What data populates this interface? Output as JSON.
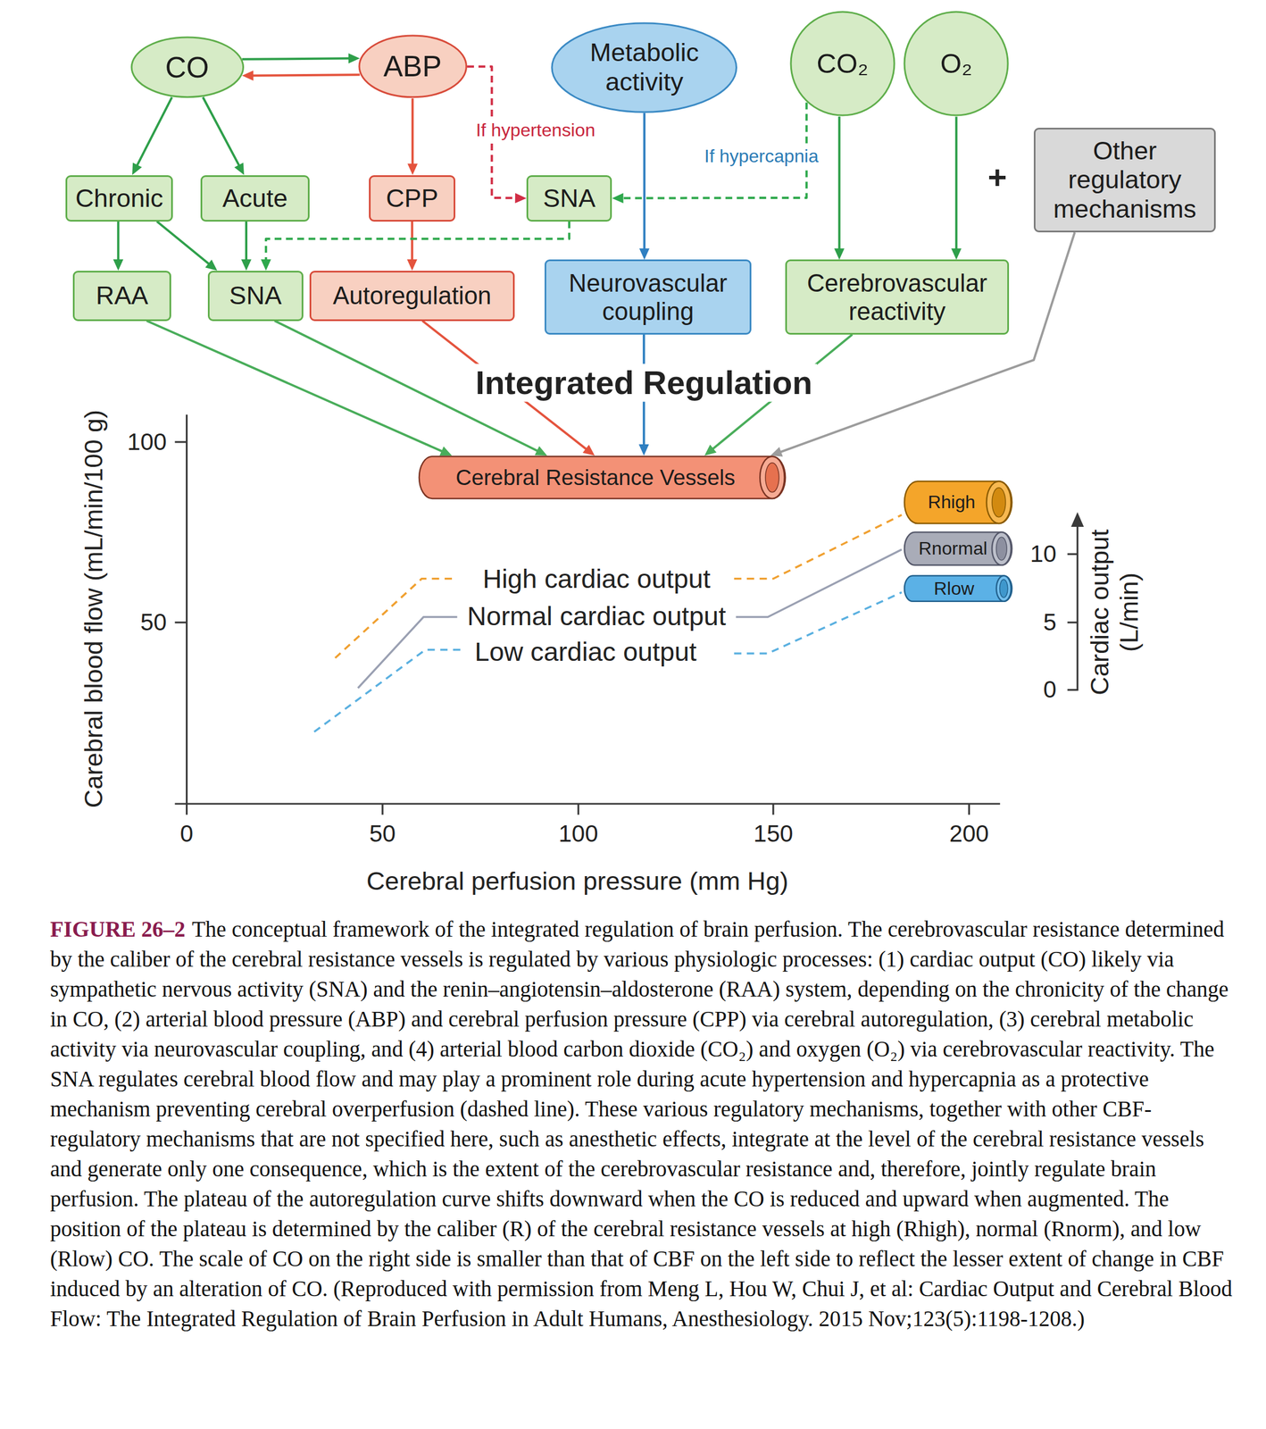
{
  "diagram": {
    "title": "FIGURE 26–2",
    "caption": "The conceptual framework of the integrated regulation of brain perfusion. The cerebrovascular resistance determined by the caliber of the cerebral resistance vessels is regulated by various physiologic processes: (1) cardiac output (CO) likely via sympathetic nervous activity (SNA) and the renin–angiotensin–aldosterone (RAA) system, depending on the chronicity of the change in CO, (2) arterial blood pressure (ABP) and cerebral perfusion pressure (CPP) via cerebral autoregulation, (3) cerebral metabolic activity via neurovascular coupling, and (4) arterial blood carbon dioxide (CO₂) and oxygen (O₂) via cerebrovascular reactivity. The SNA regulates cerebral blood flow and may play a prominent role during acute hypertension and hypercapnia as a protective mechanism preventing cerebral overperfusion (dashed line). These various regulatory mechanisms, together with other CBF-regulatory mechanisms that are not specified here, such as anesthetic effects, integrate at the level of the cerebral resistance vessels and generate only one consequence, which is the extent of the cerebrovascular resistance and, therefore, jointly regulate brain perfusion. The plateau of the autoregulation curve shifts downward when the CO is reduced and upward when augmented. The position of the plateau is determined by the caliber (R) of the cerebral resistance vessels at high (Rhigh), normal (Rnorm), and low (Rlow) CO. The scale of CO on the right side is smaller than that of CBF on the left side to reflect the lesser extent of change in CBF induced by an alteration of CO. (Reproduced with permission from Meng L, Hou W, Chui J, et al: Cardiac Output and Cerebral Blood Flow: The Integrated Regulation of Brain Perfusion in Adult Humans, Anesthesiology. 2015 Nov;123(5):1198-1208.)",
    "nodes": [
      {
        "text": [
          "CO"
        ]
      },
      {
        "text": [
          "ABP"
        ]
      },
      {
        "text": [
          "Metabolic activity"
        ]
      },
      {
        "text": [
          "CO₂"
        ]
      },
      {
        "text": [
          "O₂"
        ]
      },
      {
        "text": [
          "Other regulatory mechanisms"
        ]
      },
      {
        "text": [
          "Chronic"
        ]
      },
      {
        "text": [
          "Acute"
        ]
      },
      {
        "text": [
          "CPP"
        ]
      },
      {
        "text": [
          "SNA"
        ]
      },
      {
        "text": [
          "RAA"
        ]
      },
      {
        "text": [
          "SNA"
        ]
      },
      {
        "text": [
          "Autoregulation"
        ]
      },
      {
        "text": [
          "Neurovascular coupling"
        ]
      },
      {
        "text": [
          "Cerebrovascular reactivity"
        ]
      },
      {
        "text": [
          "Cerebral Resistance Vessels"
        ]
      },
      {
        "text": [
          "Rhigh"
        ]
      },
      {
        "text": [
          "Rnormal"
        ]
      },
      {
        "text": [
          "Rlow"
        ]
      }
    ],
    "edges": [
      {
        "from": 0,
        "to": 1,
        "arrow": "to"
      },
      {
        "from": 1,
        "to": 0,
        "arrow": "to"
      },
      {
        "from": 0,
        "to": 6,
        "arrow": "to"
      },
      {
        "from": 0,
        "to": 7,
        "arrow": "to"
      },
      {
        "from": 1,
        "to": 8,
        "arrow": "to"
      },
      {
        "from": 1,
        "to": 9,
        "label": "If hypertension",
        "arrow": "to"
      },
      {
        "from": 2,
        "to": 13,
        "arrow": "to"
      },
      {
        "from": 3,
        "to": 9,
        "label": "If hypercapnia",
        "arrow": "to"
      },
      {
        "from": 3,
        "to": 14,
        "arrow": "to"
      },
      {
        "from": 4,
        "to": 14,
        "arrow": "to"
      },
      {
        "from": 6,
        "to": 10,
        "arrow": "to"
      },
      {
        "from": 6,
        "to": 11,
        "arrow": "to"
      },
      {
        "from": 7,
        "to": 11,
        "arrow": "to"
      },
      {
        "from": 8,
        "to": 12,
        "arrow": "to"
      },
      {
        "from": 9,
        "to": 11,
        "arrow": "to"
      },
      {
        "from": 10,
        "to": 15,
        "arrow": "to"
      },
      {
        "from": 11,
        "to": 15,
        "arrow": "to"
      },
      {
        "from": 12,
        "to": 15,
        "arrow": "to"
      },
      {
        "from": 13,
        "to": 15,
        "arrow": "to"
      },
      {
        "from": 14,
        "to": 15,
        "arrow": "to"
      },
      {
        "from": 5,
        "to": 15,
        "arrow": "to"
      }
    ],
    "labels": [
      "+",
      "Integrated Regulation",
      "High cardiac output",
      "Normal cardiac output",
      "Low cardiac output",
      "100",
      "50",
      "Carebral blood flow (mL/min/100 g)",
      "0",
      "50",
      "100",
      "150",
      "200",
      "Cerebral perfusion pressure (mm Hg)",
      "10",
      "5",
      "0",
      "Cardiac output (L/min)"
    ]
  }
}
